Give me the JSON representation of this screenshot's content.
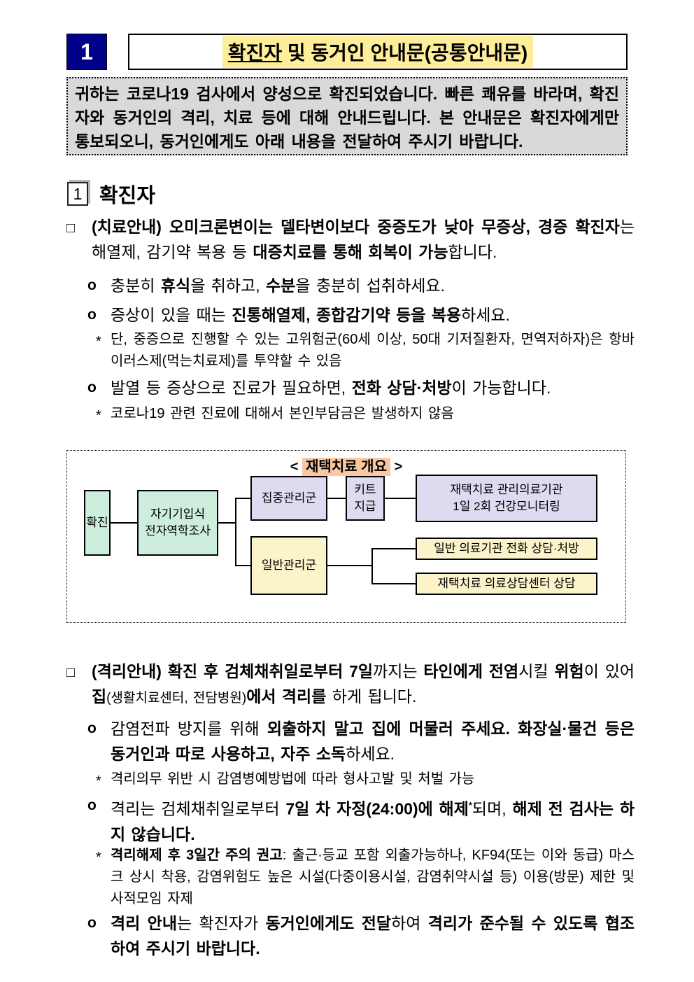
{
  "colors": {
    "header_number_bg": "#00008B",
    "title_highlight": "#FFEE99",
    "intro_bg": "#D9D9D9",
    "diagram_mint": "#CDEDDD",
    "diagram_lavender": "#E0DAF0",
    "diagram_yellow": "#FBF3CA",
    "diagram_title_highlight": "#F9C8A2",
    "text": "#000000"
  },
  "markers": {
    "square": "□",
    "circle": "o",
    "asterisk": "*"
  },
  "header": {
    "number": "1",
    "title_segments": [
      {
        "t": "확진자",
        "b": true,
        "u": true
      },
      {
        "t": " 및 동거인 안내문(공통안내문)",
        "b": true
      }
    ]
  },
  "intro": {
    "segments": [
      {
        "t": "귀하는 코로나19 검사에서 양성으로 확진되었습니다. 빠른 쾌유를 바라며, 확진자와 동거인의 격리, 치료 등에 대해 안내드립니다. 본 안내문은 확진자에게만 통보되오니, 동거인에게도 아래 내용을 전달하여 주시기 바랍니다.",
        "b": true
      }
    ]
  },
  "section1": {
    "number": "1",
    "title": "확진자",
    "blocks": [
      {
        "segments": [
          {
            "t": "(치료안내) 오미크론변이는 델타변이보다 중증도가 낮아 무증상, 경증 확진자",
            "b": true
          },
          {
            "t": "는 해열제, 감기약 복용 등 "
          },
          {
            "t": "대증치료를 통해 회복이 가능",
            "b": true
          },
          {
            "t": "합니다."
          }
        ]
      },
      {
        "segments": [
          {
            "t": "충분히 "
          },
          {
            "t": "휴식",
            "b": true
          },
          {
            "t": "을 취하고, "
          },
          {
            "t": "수분",
            "b": true
          },
          {
            "t": "을 충분히 섭취하세요."
          }
        ]
      },
      {
        "segments": [
          {
            "t": "증상이 있을 때는 "
          },
          {
            "t": "진통해열제, 종합감기약 등을 복용",
            "b": true
          },
          {
            "t": "하세요."
          }
        ]
      },
      {
        "segments": [
          {
            "t": "단, 중증으로 진행할 수 있는 고위험군(60세 이상, 50대 기저질환자, 면역저하자)은 항바이러스제(먹는치료제)를 투약할 수 있음"
          }
        ]
      },
      {
        "segments": [
          {
            "t": "발열 등 증상으로 진료가 필요하면, "
          },
          {
            "t": "전화 상담·처방",
            "b": true
          },
          {
            "t": "이 가능합니다."
          }
        ]
      },
      {
        "segments": [
          {
            "t": "코로나19 관련 진료에 대해서 본인부담금은 발생하지 않음"
          }
        ]
      }
    ]
  },
  "diagram": {
    "title_open": "<",
    "title": "재택치료 개요",
    "title_close": ">",
    "nodes": {
      "confirm": {
        "label": "확진"
      },
      "survey": {
        "line1": "자기기입식",
        "line2": "전자역학조사"
      },
      "intensive": {
        "label": "집중관리군"
      },
      "kit": {
        "line1": "키트",
        "line2": "지급"
      },
      "hospital": {
        "line1": "재택치료 관리의료기관",
        "line2": "1일 2회 건강모니터링"
      },
      "general": {
        "label": "일반관리군"
      },
      "phone": {
        "label": "일반 의료기관 전화 상담·처방"
      },
      "center": {
        "label": "재택치료 의료상담센터 상담"
      }
    }
  },
  "section2": {
    "blocks": [
      {
        "segments": [
          {
            "t": "(격리안내) 확진 후 검체채취일로부터 7일",
            "b": true
          },
          {
            "t": "까지는 "
          },
          {
            "t": "타인에게 전염",
            "b": true
          },
          {
            "t": "시킬 "
          },
          {
            "t": "위험",
            "b": true
          },
          {
            "t": "이 있어 "
          },
          {
            "t": "집",
            "b": true
          },
          {
            "t": "(생활치료센터, 전담병원)",
            "sm": true
          },
          {
            "t": "에서 격리를",
            "b": true
          },
          {
            "t": " 하게 됩니다."
          }
        ]
      },
      {
        "segments": [
          {
            "t": "감염전파 방지를 위해 "
          },
          {
            "t": "외출하지 말고 집에 머물러 주세요. 화장실·물건 등은 동거인과 따로 사용하고, 자주 소독",
            "b": true
          },
          {
            "t": "하세요."
          }
        ]
      },
      {
        "segments": [
          {
            "t": "격리의무 위반 시 감염병예방법에 따라 형사고발 및 처벌 가능"
          }
        ]
      },
      {
        "segments": [
          {
            "t": "격리는 검체채취일로부터 "
          },
          {
            "t": "7일 차 자정(24:00)에 해제",
            "b": true
          },
          {
            "t": "*",
            "sup": true
          },
          {
            "t": "되며, "
          },
          {
            "t": "해제 전 검사는 하지 않습니다.",
            "b": true
          }
        ]
      },
      {
        "segments": [
          {
            "t": "격리해제 후 3일간 주의 권고",
            "b": true
          },
          {
            "t": ": 출근·등교 포함 외출가능하나, KF94(또는 이와 동급) 마스크 상시 착용, 감염위험도 높은 시설(다중이용시설, 감염취약시설 등) 이용(방문) 제한 및 사적모임 자제"
          }
        ]
      },
      {
        "segments": [
          {
            "t": "격리 안내",
            "b": true
          },
          {
            "t": "는 확진자가 "
          },
          {
            "t": "동거인에게도 전달",
            "b": true
          },
          {
            "t": "하여 "
          },
          {
            "t": "격리가 준수될 수 있도록 협조하여 주시기 바랍니다.",
            "b": true
          }
        ]
      }
    ]
  }
}
